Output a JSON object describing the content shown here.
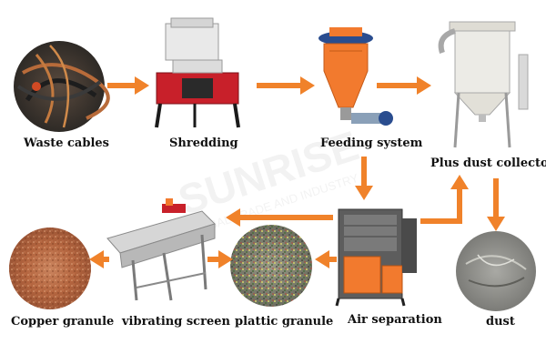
{
  "watermark": "SUNRISE",
  "watermark_sub": "GLOBAL TRADE AND INDUSTRY",
  "colors": {
    "arrow": "#f0822a",
    "copper": "#b4653f",
    "cyclone": "#f27a2e",
    "machine_red": "#c8202a",
    "steel": "#cfcfcf",
    "dust": "#8b8b86"
  },
  "nodes": {
    "waste_cables": "Waste cables",
    "shredding": "Shredding",
    "feeding_system": "Feeding system",
    "plus_dust_collector": "Plus dust collector",
    "air_separation": "Air separation",
    "dust": "dust",
    "plattic_granule": "plattic granule",
    "vibrating_screen": "vibrating screen",
    "copper_granule": "Copper granule"
  }
}
